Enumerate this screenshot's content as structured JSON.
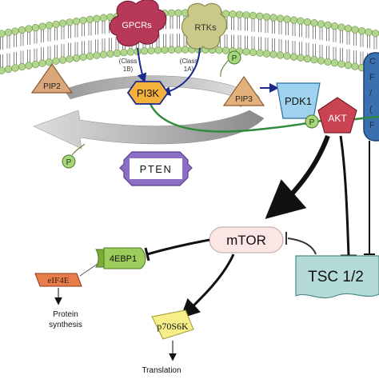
{
  "nodes": {
    "gpcrs": "GPCRs",
    "rtks": "RTKs",
    "class_1b": "(Class",
    "class_1b_b": "1B)",
    "class_1a": "(Class",
    "class_1a_b": "1A)",
    "pip2": "PIP2",
    "pi3k": "PI3K",
    "pip3": "PIP3",
    "pdk1": "PDK1",
    "akt": "AKT",
    "pten": "PTEN",
    "mtor": "mTOR",
    "ebp1": "4EBP1",
    "eif4e": "eIF4E",
    "p70s6k": "p70S6K",
    "tsc": "TSC 1/2",
    "protein_synthesis_1": "Protein",
    "protein_synthesis_2": "synthesis",
    "translation": "Translation",
    "phospho": "P"
  },
  "colors": {
    "gpcrs": "#b8385a",
    "rtks": "#c9c98a",
    "pip2": "#d9a77a",
    "pi3k": "#f4b23c",
    "pip3": "#e3b27c",
    "pdk1": "#9fd2ee",
    "akt": "#c94352",
    "pten": "#8c6fc4",
    "tsc": "#b4dbd8",
    "mtor": "#fbe6e6",
    "ebp1": "#9ccc5a",
    "eif4e": "#e87d4c",
    "p70s6k": "#f6ef8a",
    "membrane_head": "#b2d68c",
    "phospho": "#a8d67a",
    "green_line": "#2f8a3e",
    "right_protein": "#3a6fb0"
  },
  "icons": [
    "membrane-bilayer",
    "phosphate-badge",
    "inhibition-tbar",
    "activation-arrow"
  ]
}
